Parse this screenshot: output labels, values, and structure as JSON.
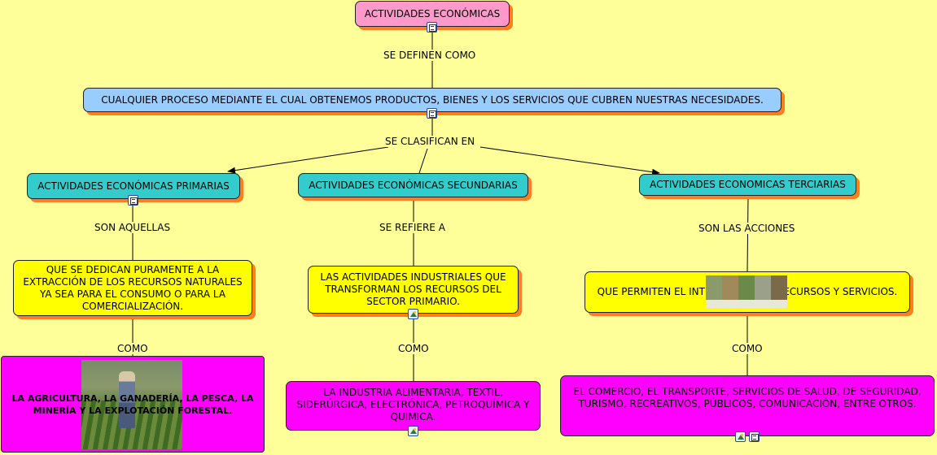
{
  "nodes": {
    "root": "ACTIVIDADES ECONÓMICAS",
    "definition": "CUALQUIER PROCESO MEDIANTE EL CUAL OBTENEMOS PRODUCTOS, BIENES Y  LOS SERVICIOS QUE CUBREN NUESTRAS NECESIDADES.",
    "primarias": "ACTIVIDADES ECONÓMICAS PRIMARIAS",
    "secundarias": "ACTIVIDADES ECONÓMICAS SECUNDARIAS",
    "terciarias": "ACTIVIDADES ECONOMICAS TERCIARIAS",
    "primarias_desc": "QUE SE DEDICAN PURAMENTE A LA EXTRACCIÓN DE LOS RECURSOS NATURALES YA SEA PARA EL CONSUMO O PARA LA COMERCIALIZACIÓN.",
    "secundarias_desc": "LAS ACTIVIDADES INDUSTRIALES QUE TRANSFORMAN LOS RECURSOS DEL SECTOR PRIMARIO.",
    "terciarias_desc": "QUE PERMITEN EL INTERCAMBIO DE RECURSOS Y SERVICIOS.",
    "primarias_ej": "LA AGRICULTURA, LA GANADERÍA, LA PESCA, LA MINERÍA Y LA EXPLOTACIÓN FORESTAL.",
    "secundarias_ej": "LA INDUSTRIA ALIMENTARIA, TEXTIL, SIDERÚRGICA, ELECTRÓNICA, PETROQUÍMICA Y QUIMICA.",
    "terciarias_ej": "EL COMERCIO, EL TRANSPORTE, SERVICIOS DE SALUD, DE SEGURIDAD, TURISMO, RECREATIVOS, PÚBLICOS, COMUNICACIÓN, ENTRE OTROS."
  },
  "links": {
    "se_definen": "SE DEFINEN  COMO",
    "se_clasifican": "SE CLASIFICAN EN",
    "son_aquellas": "SON AQUELLAS",
    "se_refiere": "SE REFIERE A",
    "son_acciones": "SON LAS ACCIONES",
    "como": "COMO"
  },
  "colors": {
    "background": "#ffff99",
    "root": "#ff99cc",
    "definition": "#99ccff",
    "category": "#33cccc",
    "description": "#ffff00",
    "examples": "#ff00ff",
    "shadow": "#ff7f1f"
  },
  "icons": [
    "document-icon",
    "image-icon"
  ]
}
